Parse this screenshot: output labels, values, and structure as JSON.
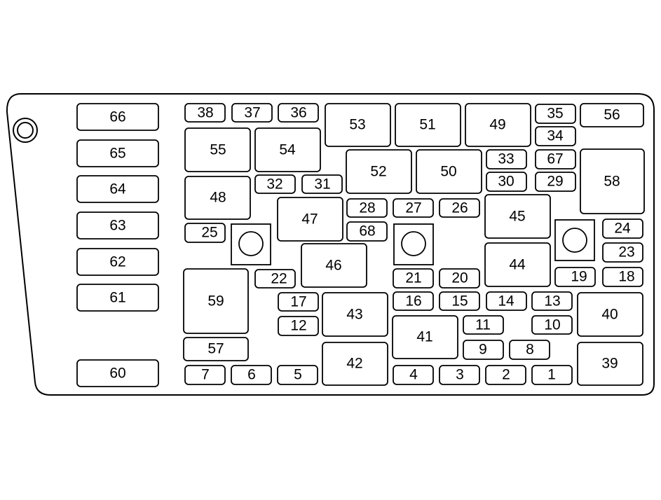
{
  "labels": {
    "f1": "1",
    "f2": "2",
    "f3": "3",
    "f4": "4",
    "f5": "5",
    "f6": "6",
    "f7": "7",
    "f8": "8",
    "f9": "9",
    "f10": "10",
    "f11": "11",
    "f12": "12",
    "f13": "13",
    "f14": "14",
    "f15": "15",
    "f16": "16",
    "f17": "17",
    "f18": "18",
    "f19": "19",
    "f20": "20",
    "f21": "21",
    "f22": "22",
    "f23": "23",
    "f24": "24",
    "f25": "25",
    "f26": "26",
    "f27": "27",
    "f28": "28",
    "f29": "29",
    "f30": "30",
    "f31": "31",
    "f32": "32",
    "f33": "33",
    "f34": "34",
    "f35": "35",
    "f36": "36",
    "f37": "37",
    "f38": "38",
    "f39": "39",
    "f40": "40",
    "f41": "41",
    "f42": "42",
    "f43": "43",
    "f44": "44",
    "f45": "45",
    "f46": "46",
    "f47": "47",
    "f48": "48",
    "f49": "49",
    "f50": "50",
    "f51": "51",
    "f52": "52",
    "f53": "53",
    "f54": "54",
    "f55": "55",
    "f56": "56",
    "f57": "57",
    "f58": "58",
    "f59": "59",
    "f60": "60",
    "f61": "61",
    "f62": "62",
    "f63": "63",
    "f64": "64",
    "f65": "65",
    "f66": "66",
    "f67": "67",
    "f68": "68"
  }
}
